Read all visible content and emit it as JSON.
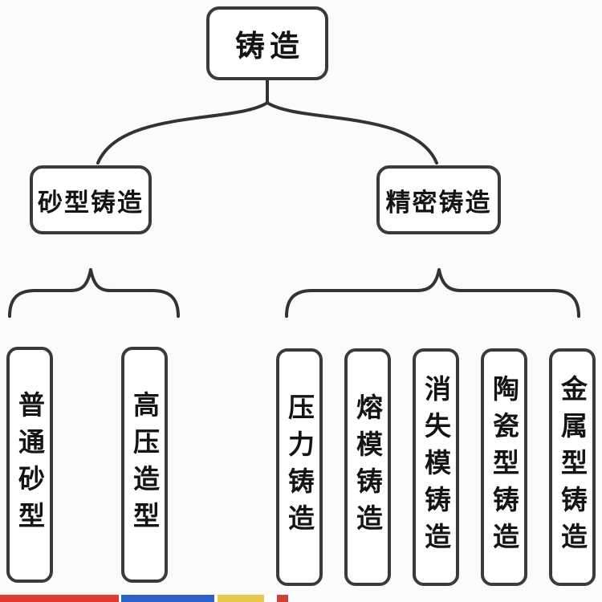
{
  "diagram": {
    "nodes": {
      "root": "铸造",
      "branch_left": "砂型铸造",
      "branch_right": "精密铸造",
      "leaves_left": [
        "普通砂型",
        "高压造型"
      ],
      "leaves_right": [
        "压力铸造",
        "熔模铸造",
        "消失模铸造",
        "陶瓷型铸造",
        "金属型铸造"
      ]
    }
  },
  "colors": {
    "background": "#fbfbfa",
    "box_fill": "#ffffff",
    "box_border": "#3a3a3a",
    "text": "#141414",
    "connector": "#333333"
  },
  "watermark": {
    "segments": [
      {
        "color": "#df3c31",
        "width": 148
      },
      {
        "color": "#ffffff",
        "width": 3
      },
      {
        "color": "#2e62c9",
        "width": 116
      },
      {
        "color": "#ffffff",
        "width": 4
      },
      {
        "color": "#e9c94a",
        "width": 58
      },
      {
        "color": "#ffffff",
        "width": 16
      },
      {
        "color": "#d04038",
        "width": 14
      }
    ]
  }
}
